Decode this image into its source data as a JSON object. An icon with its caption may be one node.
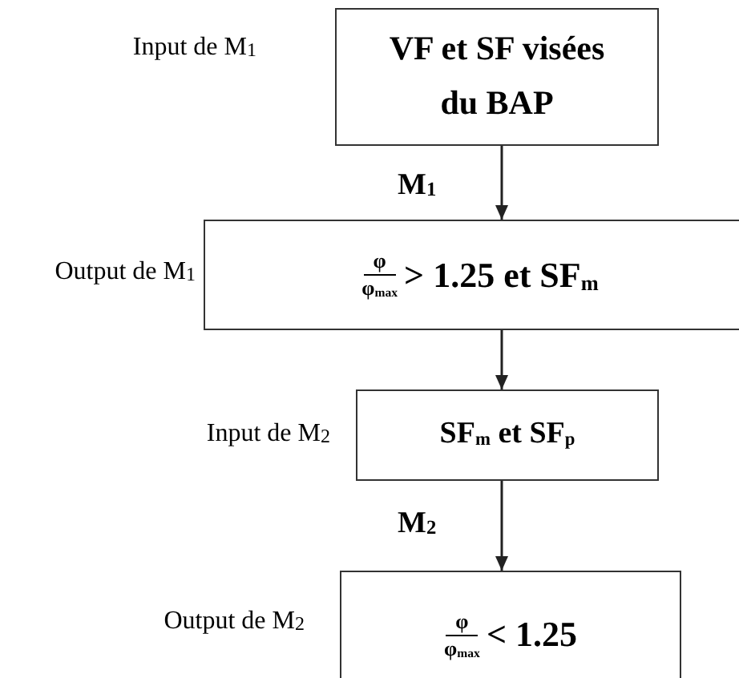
{
  "diagram": {
    "nodes": [
      {
        "text": [
          "VF et SF visées du BAP"
        ],
        "beside": [
          "Input de M$_{1}$"
        ]
      },
      {
        "text": [
          "φ",
          "φ$_{max}$",
          "> 1.25  et  SF$_{m}$"
        ],
        "beside": [
          "Output de M$_{1}$"
        ]
      },
      {
        "text": [
          "SF$_{m}$ et SF$_{p}$"
        ],
        "beside": [
          "Input de M$_{2}$"
        ]
      },
      {
        "text": [
          "φ",
          "φ$_{max}$",
          "< 1.25"
        ],
        "beside": [
          "Output de M$_{2}$"
        ]
      }
    ],
    "edges": [
      {
        "from": 0,
        "to": 1,
        "arrow": "to",
        "label": "M$_{1}$"
      },
      {
        "from": 1,
        "to": 2,
        "arrow": "to"
      },
      {
        "from": 2,
        "to": 3,
        "arrow": "to",
        "label": "M$_{2}$"
      }
    ]
  }
}
